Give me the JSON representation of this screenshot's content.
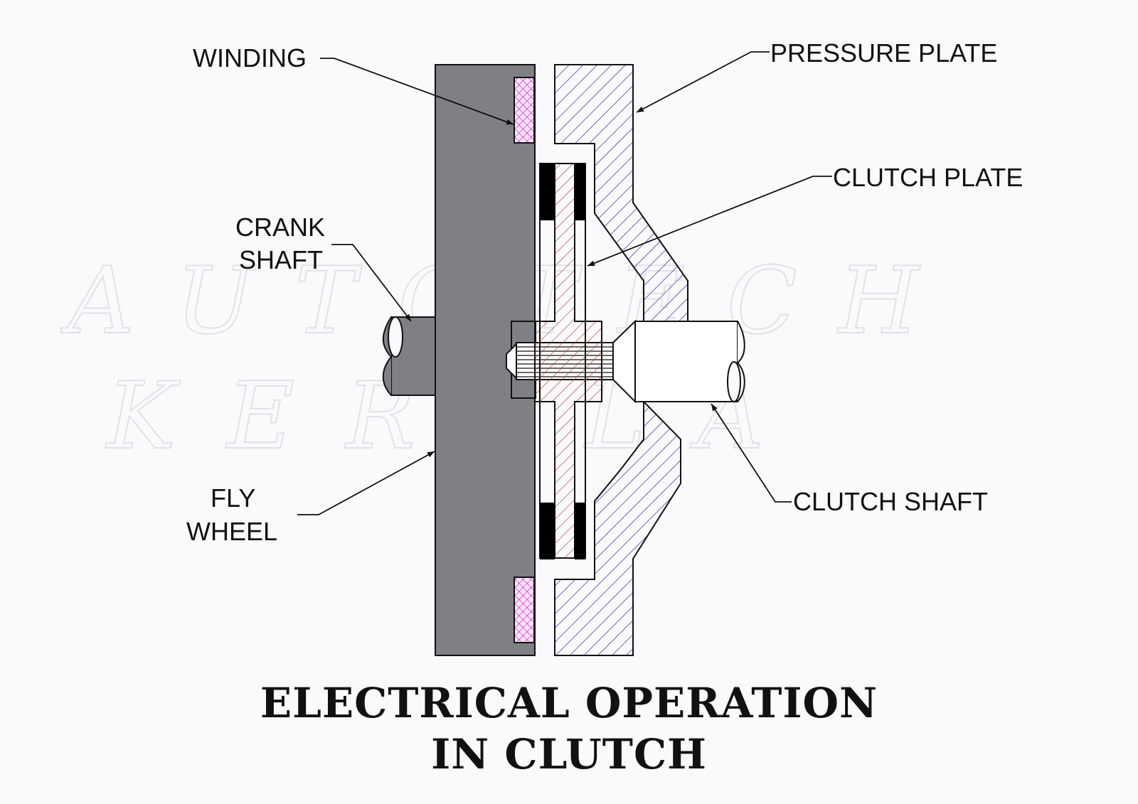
{
  "title": {
    "line1": "ELECTRICAL OPERATION",
    "line2": "IN CLUTCH"
  },
  "watermark": {
    "line1": "AUTOTECH",
    "line2": "KERALA"
  },
  "labels": {
    "winding": "WINDING",
    "pressure_plate": "PRESSURE PLATE",
    "clutch_plate": "CLUTCH PLATE",
    "crank_shaft_1": "CRANK",
    "crank_shaft_2": "SHAFT",
    "fly_wheel_1": "FLY",
    "fly_wheel_2": "WHEEL",
    "clutch_shaft": "CLUTCH SHAFT"
  },
  "colors": {
    "flywheel": "#7f8085",
    "pressure_plate_hatch": "#2a2aa8",
    "clutch_plate_hatch": "#c0392b",
    "winding_hatch": "#d400d4",
    "friction_lining": "#000000"
  }
}
